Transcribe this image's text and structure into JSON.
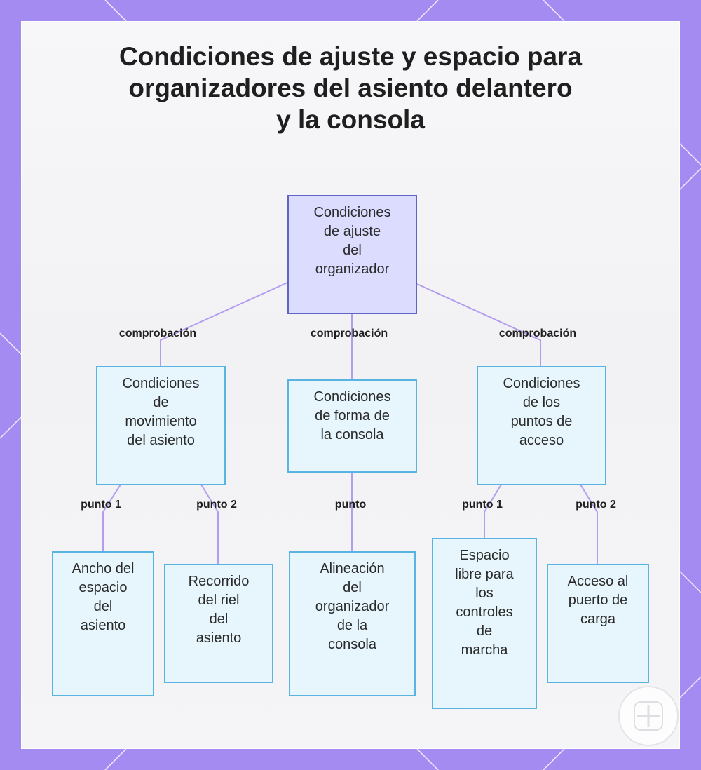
{
  "title_lines": [
    "Condiciones de ajuste y espacio para",
    "organizadores del asiento delantero",
    "y la consola"
  ],
  "colors": {
    "frame": "#a48bf2",
    "root_fill": "#dcdcfe",
    "root_border": "#5f64c6",
    "node_fill": "#e6f6fc",
    "node_border": "#5ab4e2",
    "connector": "#b49cf0"
  },
  "nodes": {
    "root": [
      "Condiciones",
      "de ajuste",
      "del",
      "organizador"
    ],
    "seat_movement": [
      "Condiciones",
      "de",
      "movimiento",
      "del asiento"
    ],
    "console_shape": [
      "Condiciones",
      "de forma de",
      "la consola"
    ],
    "access_points": [
      "Condiciones",
      "de los",
      "puntos de",
      "acceso"
    ],
    "seat_gap_width": [
      "Ancho del",
      "espacio",
      "del",
      "asiento"
    ],
    "seat_rail_travel": [
      "Recorrido",
      "del riel",
      "del",
      "asiento"
    ],
    "console_alignment": [
      "Alineación",
      "del",
      "organizador",
      "de la",
      "consola"
    ],
    "controls_clearance": [
      "Espacio",
      "libre para",
      "los",
      "controles",
      "de",
      "marcha"
    ],
    "charging_port_access": [
      "Acceso al",
      "puerto de",
      "carga"
    ]
  },
  "edge_labels": {
    "check_seat": "comprobación",
    "check_console": "comprobación",
    "check_access": "comprobación",
    "seat_point_1": "punto 1",
    "seat_point_2": "punto 2",
    "console_point": "punto",
    "access_point_1": "punto 1",
    "access_point_2": "punto 2"
  },
  "icons": {
    "logo": "grid-logo-icon"
  }
}
